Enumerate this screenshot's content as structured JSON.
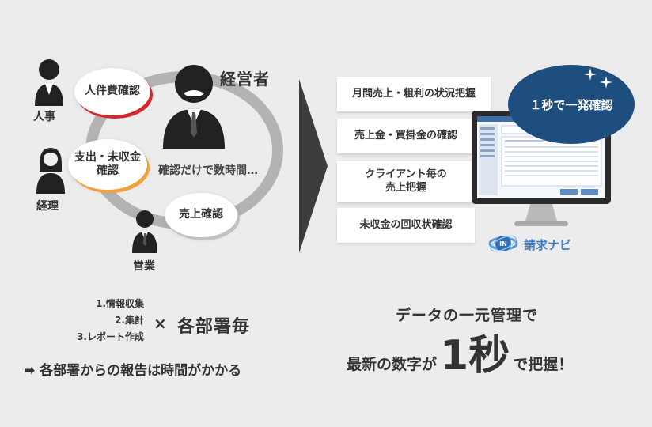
{
  "left": {
    "roles": {
      "hr": "人事",
      "accounting": "経理",
      "sales": "営業",
      "executive": "経営者"
    },
    "bubbles": {
      "personnel_cost": "人件費確認",
      "expense_line1": "支出・未収金",
      "expense_line2": "確認",
      "sales_check": "売上確認"
    },
    "center_note": "確認だけで数時間…",
    "steps": [
      "1.情報収集",
      "2.集計",
      "3.レポート作成"
    ],
    "times": "×",
    "each_dept": "各部署毎",
    "conclusion": "➡ 各部署からの報告は時間がかかる"
  },
  "right": {
    "features": [
      "月間売上・粗利の状況把握",
      "売上金・買掛金の確認",
      "クライアント毎の",
      "売上把握",
      "未収金の回収状確認"
    ],
    "badge": "１秒で一発確認",
    "brand": "請求ナビ",
    "headline": "データの一元管理で",
    "sub_before": "最新の数字が",
    "sub_big": "1秒",
    "sub_after": "で把握！"
  },
  "colors": {
    "background": "#ececec",
    "badge_blue": "#1d4e7e",
    "accent_red": "#d22a2a",
    "accent_orange": "#f0a13a",
    "brand_blue": "#3d7fc2"
  }
}
